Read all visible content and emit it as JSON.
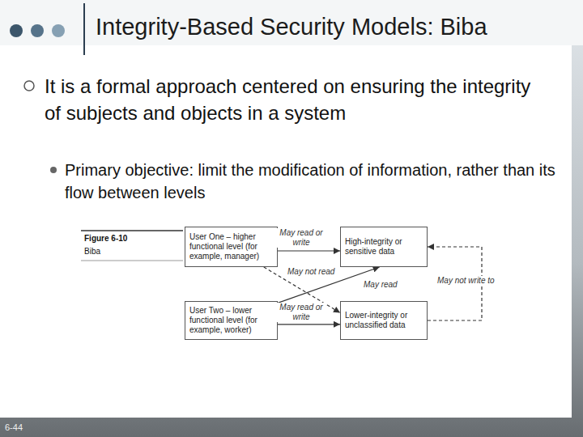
{
  "diagram": {
    "title": "Integrity-Based Security Models: Biba",
    "nodes": [
      {
        "text": [
          "User One – higher functional level (for example, manager)"
        ]
      },
      {
        "text": [
          "High-integrity or sensitive data"
        ]
      },
      {
        "text": [
          "User Two – lower functional level (for example, worker)"
        ]
      },
      {
        "text": [
          "Lower-integrity or unclassified data"
        ]
      }
    ],
    "edges": [
      {
        "from": 0,
        "to": 1,
        "label": "May read or write",
        "arrow": "to"
      },
      {
        "from": 0,
        "to": 3,
        "label": "May not read",
        "arrow": "to"
      },
      {
        "from": 2,
        "to": 1,
        "label": "May read",
        "arrow": "to"
      },
      {
        "from": 2,
        "to": 3,
        "label": "May read or write",
        "arrow": "to"
      },
      {
        "from": 3,
        "to": 1,
        "label": "May not write to",
        "arrow": "to"
      }
    ],
    "labels": [
      "It is a formal approach centered on ensuring the integrity of subjects and objects in a system",
      "Primary objective: limit the modification of information, rather than its flow between levels",
      "Figure 6-10",
      "Biba",
      "6-44"
    ]
  }
}
